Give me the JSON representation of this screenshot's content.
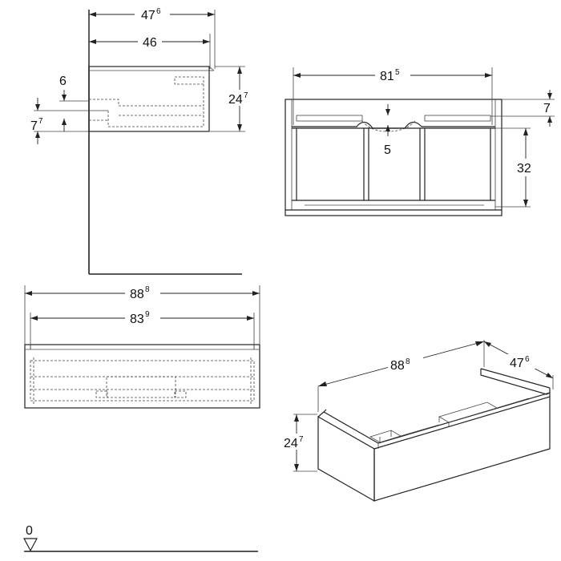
{
  "side_view": {
    "depth_outer": {
      "main": "47",
      "sup": "6"
    },
    "depth_inner": {
      "main": "46",
      "sup": ""
    },
    "height": {
      "main": "24",
      "sup": "7"
    },
    "top_offset": {
      "main": "6",
      "sup": ""
    },
    "drawer_height": {
      "main": "7",
      "sup": "7"
    }
  },
  "top_view": {
    "inner_width": {
      "main": "81",
      "sup": "5"
    },
    "edge_height": {
      "main": "7",
      "sup": ""
    },
    "siphon_cutout": {
      "main": "5",
      "sup": ""
    },
    "inner_depth": {
      "main": "32",
      "sup": ""
    }
  },
  "front_view": {
    "outer_width": {
      "main": "88",
      "sup": "8"
    },
    "inner_width": {
      "main": "83",
      "sup": "9"
    }
  },
  "iso_view": {
    "width": {
      "main": "88",
      "sup": "8"
    },
    "depth": {
      "main": "47",
      "sup": "6"
    },
    "height": {
      "main": "24",
      "sup": "7"
    }
  },
  "floor_level": {
    "main": "0",
    "sup": ""
  }
}
